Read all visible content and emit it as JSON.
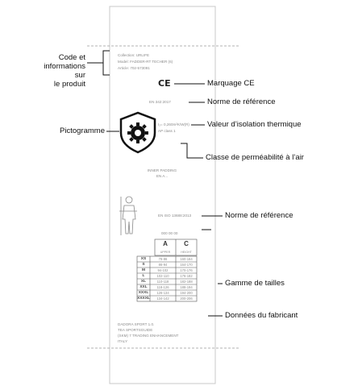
{
  "label_text": {
    "collection": "Collection: URLIFE",
    "model": "Model: FADDER-RT TECHER (6)",
    "article": "Article: 702-573091",
    "ce_mark": "CE",
    "en_norm_top": "EN 342:2017",
    "insulation_value": "I₂= 0,260m²K/W(R)",
    "air_class": "AP class 1",
    "wash_note": [
      "INNER PADDING",
      "EN A..."
    ],
    "en_norm_mid": "EN ISO 13688:2013",
    "size_note": "000 00 00",
    "size_table": {
      "col_a_header": "A",
      "col_c_header": "C",
      "col_a_sub": "UPPER",
      "col_c_sub": "HEIGHT",
      "rows": [
        {
          "size": "XS",
          "a": "78-86",
          "c": "160-164"
        },
        {
          "size": "S",
          "a": "86-94",
          "c": "164-170"
        },
        {
          "size": "M",
          "a": "94-102",
          "c": "170-176"
        },
        {
          "size": "L",
          "a": "102-110",
          "c": "176-182"
        },
        {
          "size": "XL",
          "a": "110-118",
          "c": "182-188"
        },
        {
          "size": "XXL",
          "a": "118-126",
          "c": "188-194"
        },
        {
          "size": "XXXL",
          "a": "126-134",
          "c": "194-200"
        },
        {
          "size": "XXXXL",
          "a": "134-142",
          "c": "200-206"
        }
      ]
    },
    "manufacturer": [
      "DADORA SPORT 1.0.",
      "TEA SPORTSGUIDE",
      "(SKM) 7 TRADING ENHANCEMENT",
      "ITALY"
    ]
  },
  "callouts": [
    {
      "id": "code",
      "text": [
        "Code et",
        "informations",
        "sur",
        "le produit"
      ]
    },
    {
      "id": "ce",
      "text": [
        "Marquage CE"
      ]
    },
    {
      "id": "norm1",
      "text": [
        "Norme de référence"
      ]
    },
    {
      "id": "thermal",
      "text": [
        "Valeur d’isolation thermique"
      ]
    },
    {
      "id": "picto",
      "text": [
        "Pictogramme"
      ]
    },
    {
      "id": "air",
      "text": [
        "Classe de perméabilité à l’air"
      ]
    },
    {
      "id": "norm2",
      "text": [
        "Norme de référence"
      ]
    },
    {
      "id": "sizes",
      "text": [
        "Gamme de tailles"
      ]
    },
    {
      "id": "maker",
      "text": [
        "Données du fabricant"
      ]
    }
  ]
}
